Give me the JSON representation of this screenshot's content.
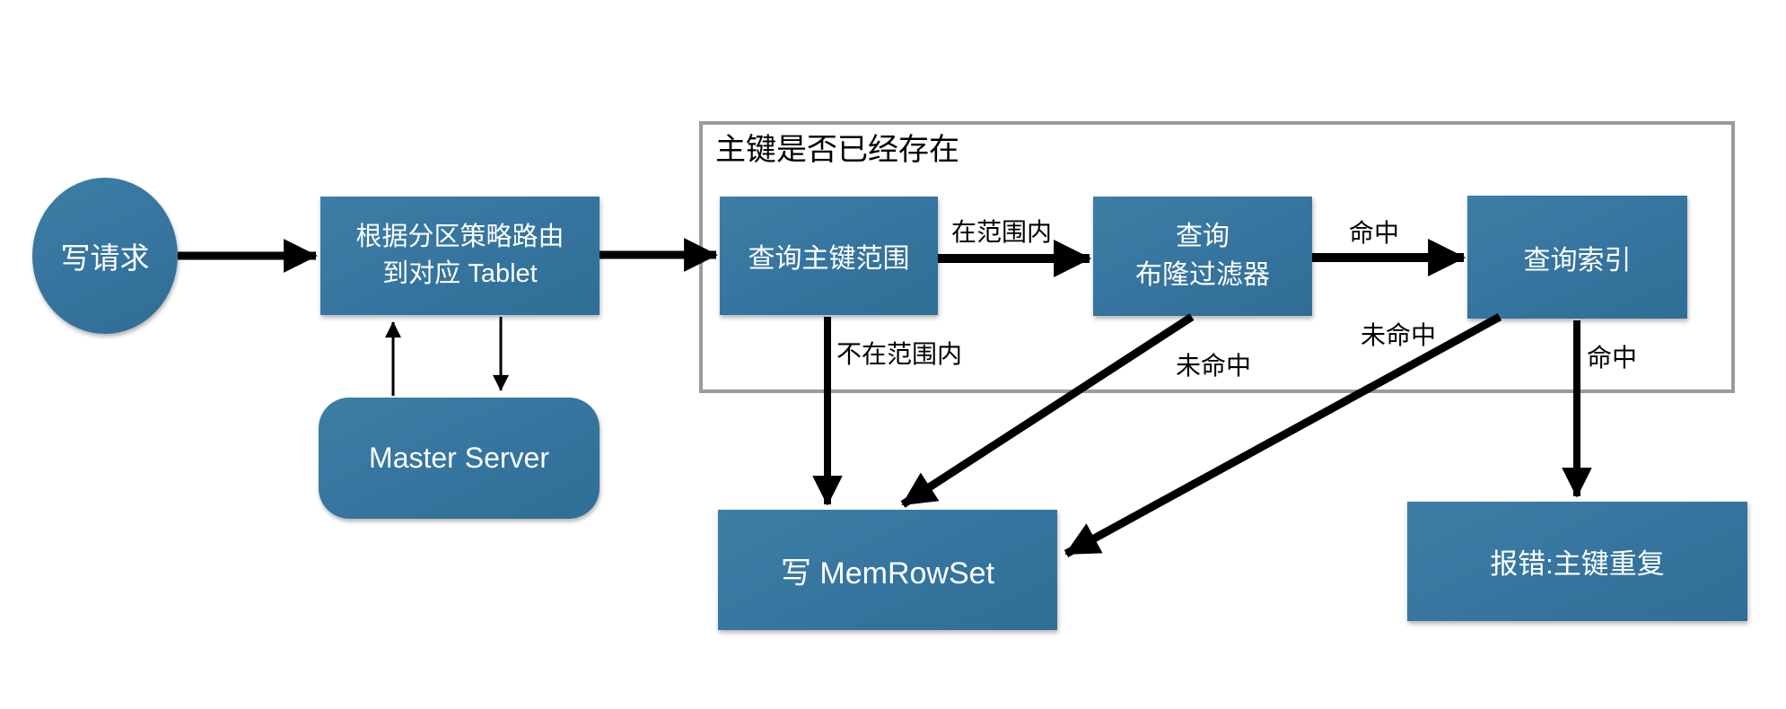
{
  "diagram": {
    "colors": {
      "node_fill": "#35749E",
      "node_text": "#FFFFFF",
      "arrow": "#000000",
      "container_border": "#9B9B9B",
      "background": "#FFFFFF"
    },
    "container": {
      "title": "主键是否已经存在"
    },
    "nodes": {
      "write_request": {
        "label": "写请求"
      },
      "route_tablet": {
        "line1": "根据分区策略路由",
        "line2": "到对应 Tablet"
      },
      "master_server": {
        "label": "Master Server"
      },
      "query_key_range": {
        "label": "查询主键范围"
      },
      "query_bloom_filter": {
        "line1": "查询",
        "line2": "布隆过滤器"
      },
      "query_index": {
        "label": "查询索引"
      },
      "write_memrowset": {
        "label": "写 MemRowSet"
      },
      "error_duplicate_key": {
        "label": "报错:主键重复"
      }
    },
    "edge_labels": {
      "in_range": "在范围内",
      "not_in_range": "不在范围内",
      "bloom_hit": "命中",
      "bloom_miss": "未命中",
      "index_miss": "未命中",
      "index_hit": "命中"
    }
  }
}
